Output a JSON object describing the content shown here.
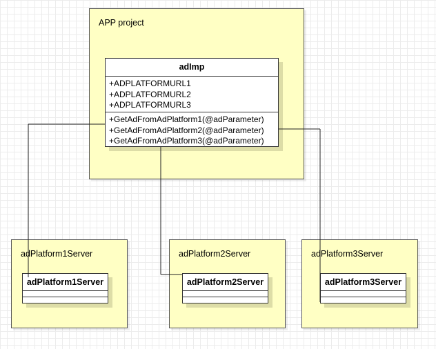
{
  "app_package": {
    "label": "APP project"
  },
  "ad_imp": {
    "name": "adImp",
    "attributes": [
      "+ADPLATFORMURL1",
      "+ADPLATFORMURL2",
      "+ADPLATFORMURL3"
    ],
    "operations": [
      "+GetAdFromAdPlatform1(@adParameter)",
      "+GetAdFromAdPlatform2(@adParameter)",
      "+GetAdFromAdPlatform3(@adParameter)"
    ]
  },
  "servers": [
    {
      "package_label": "adPlatform1Server",
      "class_name": "adPlatform1Server"
    },
    {
      "package_label": "adPlatform2Server",
      "class_name": "adPlatform2Server"
    },
    {
      "package_label": "adPlatform3Server",
      "class_name": "adPlatform3Server"
    }
  ],
  "colors": {
    "package_fill": "#ffffc4",
    "class_fill": "#ffffff",
    "line": "#222222"
  }
}
